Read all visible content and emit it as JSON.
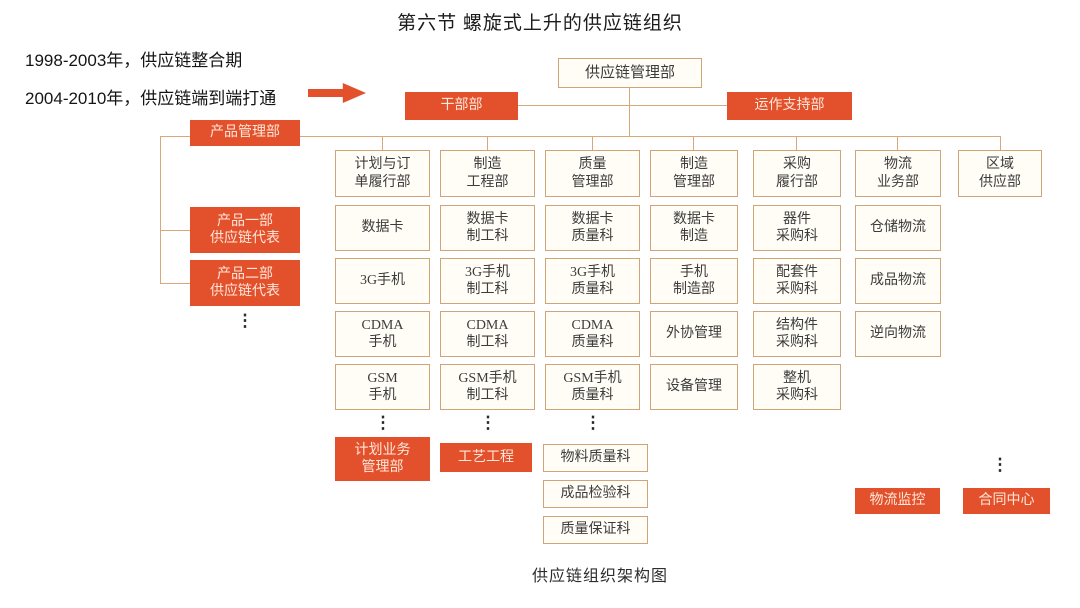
{
  "title": "第六节 螺旋式上升的供应链组织",
  "caption": "供应链组织架构图",
  "annotations": {
    "line1": "1998-2003年，供应链整合期",
    "line2": "2004-2010年，供应链端到端打通"
  },
  "colors": {
    "red": "#e2512c",
    "line": "#d9a87a",
    "box_border": "#cfa478",
    "box_bg": "#fffdf6"
  },
  "root": {
    "label": "供应链管理部"
  },
  "hr_dept": {
    "label": "干部部"
  },
  "ops_dept": {
    "label": "运作支持部"
  },
  "product_branch": {
    "head": "产品管理部",
    "item1": "产品一部\n供应链代表",
    "item2": "产品二部\n供应链代表",
    "ellipsis": "⋮"
  },
  "columns": [
    {
      "header": "计划与订\n单履行部",
      "items": [
        "数据卡",
        "3G手机",
        "CDMA\n手机",
        "GSM\n手机"
      ],
      "ellipsis": "⋮",
      "footer": "计划业务\n管理部"
    },
    {
      "header": "制造\n工程部",
      "items": [
        "数据卡\n制工科",
        "3G手机\n制工科",
        "CDMA\n制工科",
        "GSM手机\n制工科"
      ],
      "ellipsis": "⋮",
      "footer": "工艺工程"
    },
    {
      "header": "质量\n管理部",
      "items": [
        "数据卡\n质量科",
        "3G手机\n质量科",
        "CDMA\n质量科",
        "GSM手机\n质量科"
      ],
      "ellipsis": "⋮",
      "extras": [
        "物料质量科",
        "成品检验科",
        "质量保证科"
      ]
    },
    {
      "header": "制造\n管理部",
      "items": [
        "数据卡\n制造",
        "手机\n制造部",
        "外协管理",
        "设备管理"
      ]
    },
    {
      "header": "采购\n履行部",
      "items": [
        "器件\n采购科",
        "配套件\n采购科",
        "结构件\n采购科",
        "整机\n采购科"
      ]
    },
    {
      "header": "物流\n业务部",
      "items": [
        "仓储物流",
        "成品物流",
        "逆向物流"
      ],
      "footer": "物流监控"
    },
    {
      "header": "区域\n供应部",
      "items": [],
      "ellipsis": "⋮",
      "footer": "合同中心"
    }
  ]
}
